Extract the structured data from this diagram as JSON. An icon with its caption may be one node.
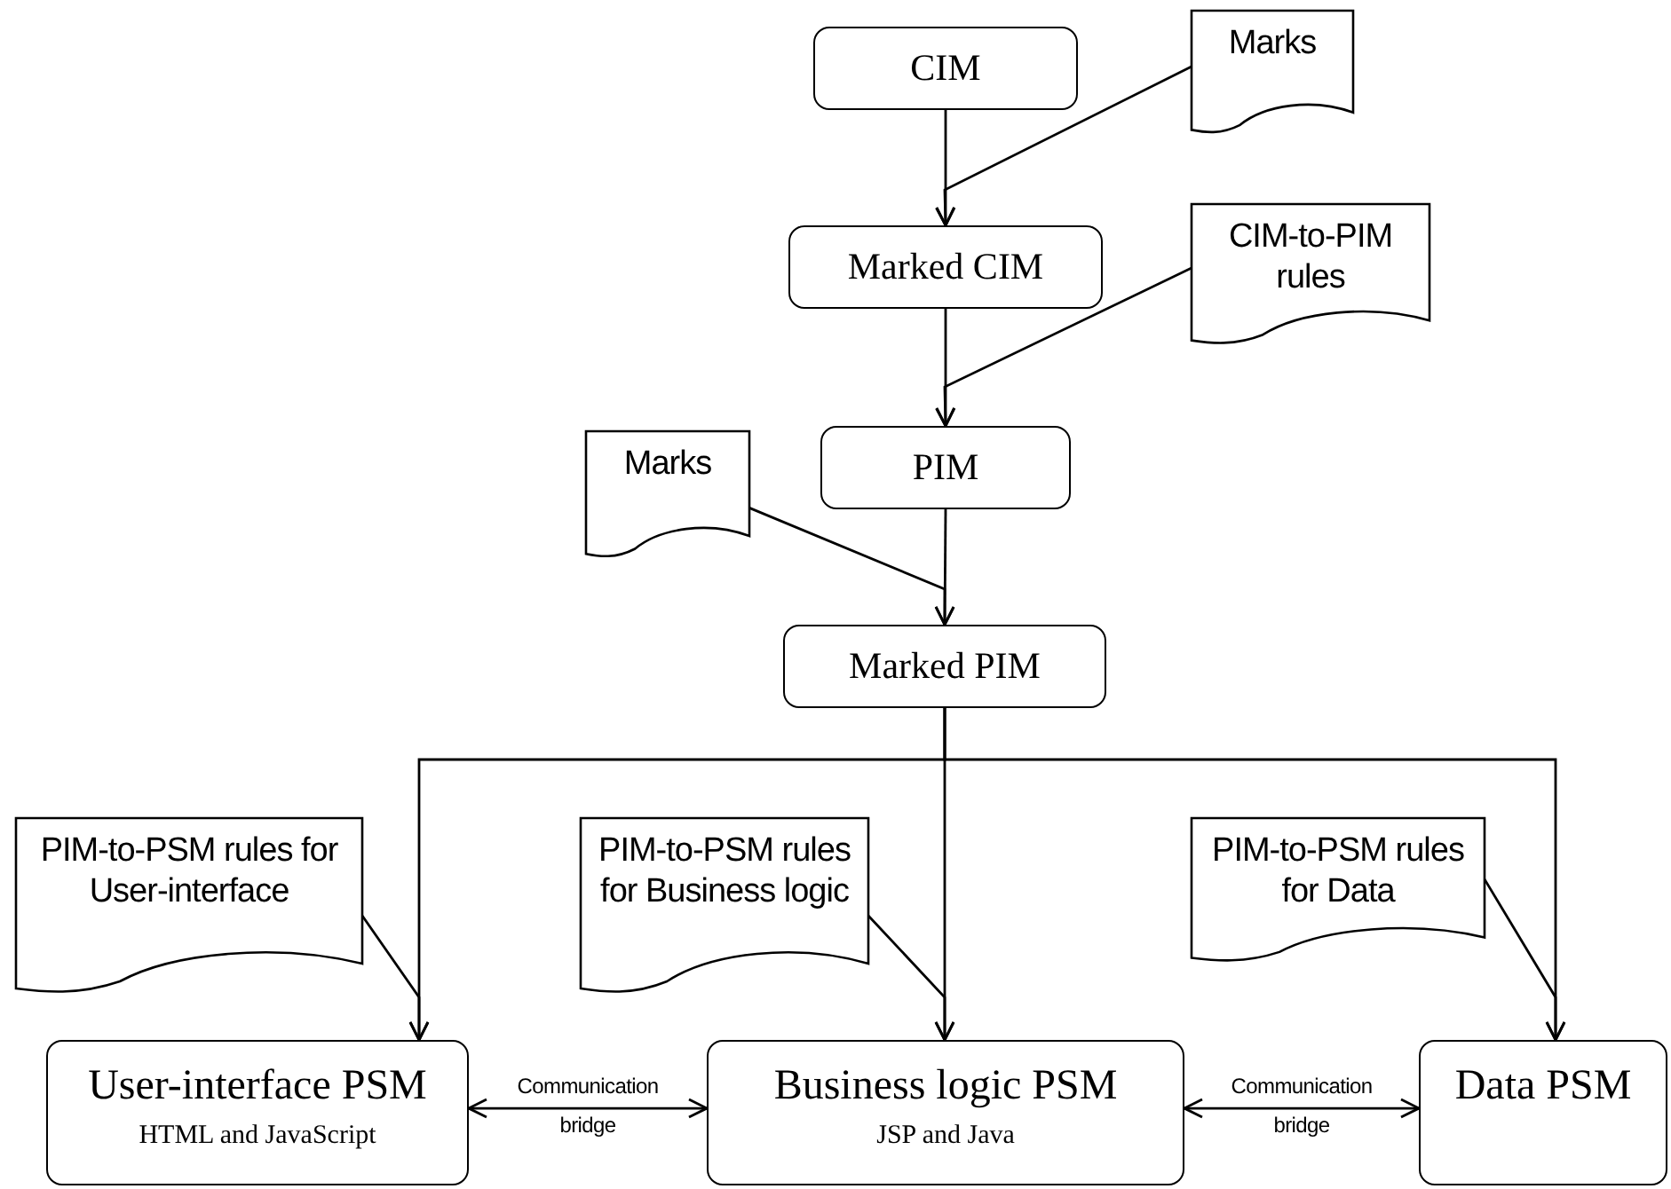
{
  "diagram": {
    "nodes": [
      {
        "text": [
          "CIM"
        ]
      },
      {
        "text": [
          "Marks"
        ]
      },
      {
        "text": [
          "Marked CIM"
        ]
      },
      {
        "text": [
          "CIM-to-PIM rules"
        ]
      },
      {
        "text": [
          "PIM"
        ]
      },
      {
        "text": [
          "Marks"
        ]
      },
      {
        "text": [
          "Marked PIM"
        ]
      },
      {
        "text": [
          "PIM-to-PSM rules for User-interface"
        ]
      },
      {
        "text": [
          "PIM-to-PSM rules for Business logic"
        ]
      },
      {
        "text": [
          "PIM-to-PSM rules for Data"
        ]
      },
      {
        "text": [
          "User-interface PSM",
          "HTML and JavaScript"
        ]
      },
      {
        "text": [
          "Business logic PSM",
          "JSP and Java"
        ]
      },
      {
        "text": [
          "Data PSM"
        ]
      }
    ],
    "edges": [
      {
        "from": 0,
        "to": 2,
        "arrow": "to"
      },
      {
        "from": 1,
        "to": 2,
        "arrow": "to"
      },
      {
        "from": 2,
        "to": 4,
        "arrow": "to"
      },
      {
        "from": 3,
        "to": 4,
        "arrow": "to"
      },
      {
        "from": 4,
        "to": 6,
        "arrow": "to"
      },
      {
        "from": 5,
        "to": 6,
        "arrow": "to"
      },
      {
        "from": 6,
        "to": 10,
        "arrow": "to"
      },
      {
        "from": 6,
        "to": 11,
        "arrow": "to"
      },
      {
        "from": 6,
        "to": 12,
        "arrow": "to"
      },
      {
        "from": 7,
        "to": 10,
        "arrow": "to"
      },
      {
        "from": 8,
        "to": 11,
        "arrow": "to"
      },
      {
        "from": 9,
        "to": 12,
        "arrow": "to"
      },
      {
        "from": 10,
        "to": 11,
        "arrow": "both",
        "label": "Communication bridge"
      },
      {
        "from": 11,
        "to": 12,
        "arrow": "both",
        "label": "Communication bridge"
      }
    ]
  }
}
